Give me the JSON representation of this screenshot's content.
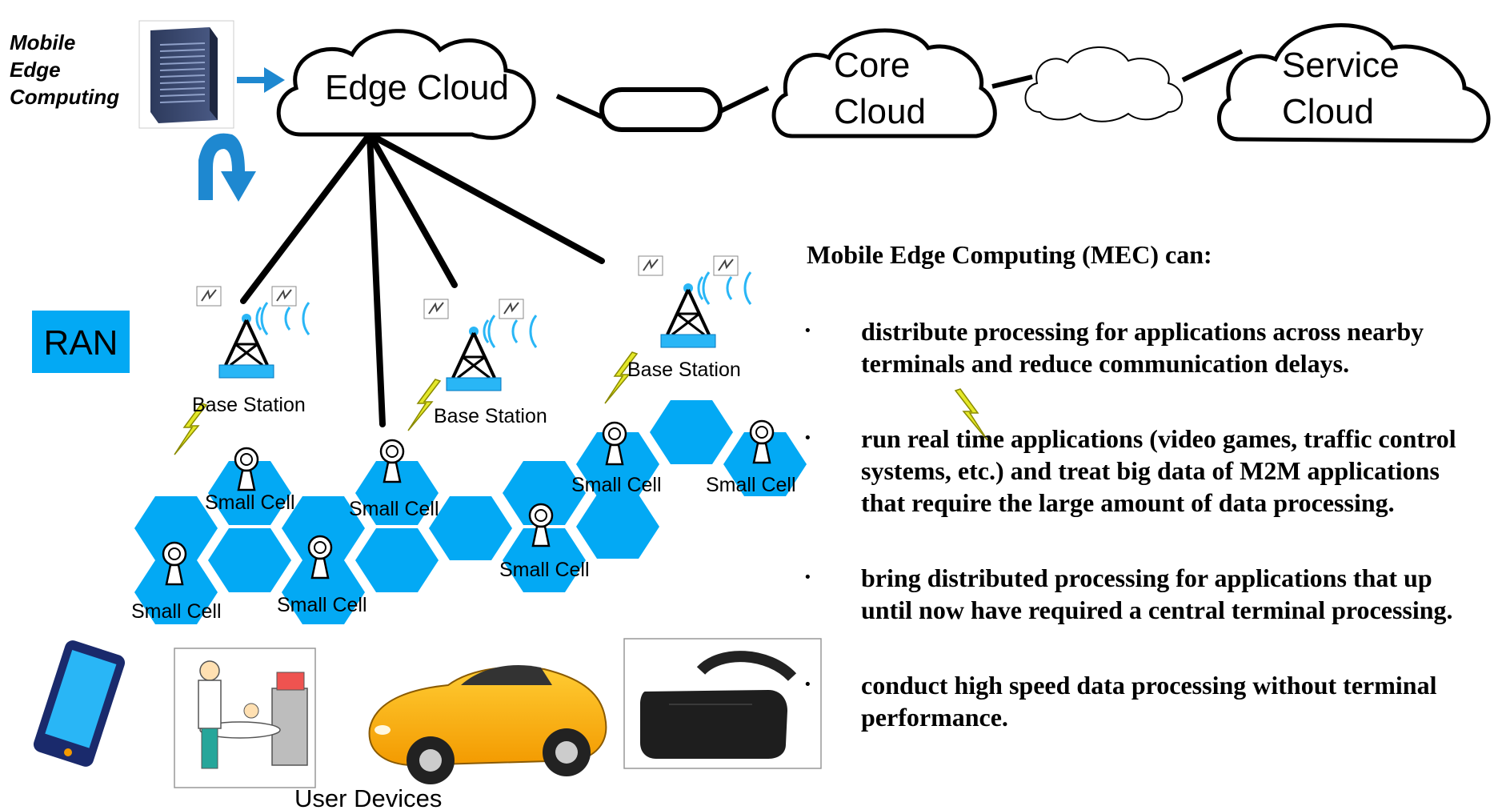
{
  "mec_label": [
    "Mobile",
    "Edge",
    "Computing"
  ],
  "clouds": {
    "edge": [
      "Edge Cloud"
    ],
    "core": [
      "Core",
      "Cloud"
    ],
    "service": [
      "Service",
      "Cloud"
    ]
  },
  "ran_label": "RAN",
  "base_station_label": "Base Station",
  "small_cell_label": "Small Cell",
  "user_devices_label": "User Devices",
  "devices": [
    "tablet-icon",
    "medical-device-icon",
    "car-icon",
    "vr-headset-icon"
  ],
  "panel": {
    "heading": "Mobile Edge Computing (MEC) can:",
    "bullet_char": "·",
    "bullets": [
      [
        "distribute processing for applications across nearby",
        "terminals and reduce communication delays."
      ],
      [
        "run real time applications (video games, traffic control",
        "systems, etc.) and treat big data of M2M applications",
        "that require the large amount of data processing."
      ],
      [
        "bring distributed processing for applications that up",
        "until now have required a central terminal processing."
      ],
      [
        "conduct high speed data processing without terminal",
        "performance."
      ]
    ]
  },
  "colors": {
    "hexagon": "#03a9f4",
    "ran_box": "#03a9f4",
    "arrow": "#1e88d0",
    "lightning": "#e4e829"
  }
}
